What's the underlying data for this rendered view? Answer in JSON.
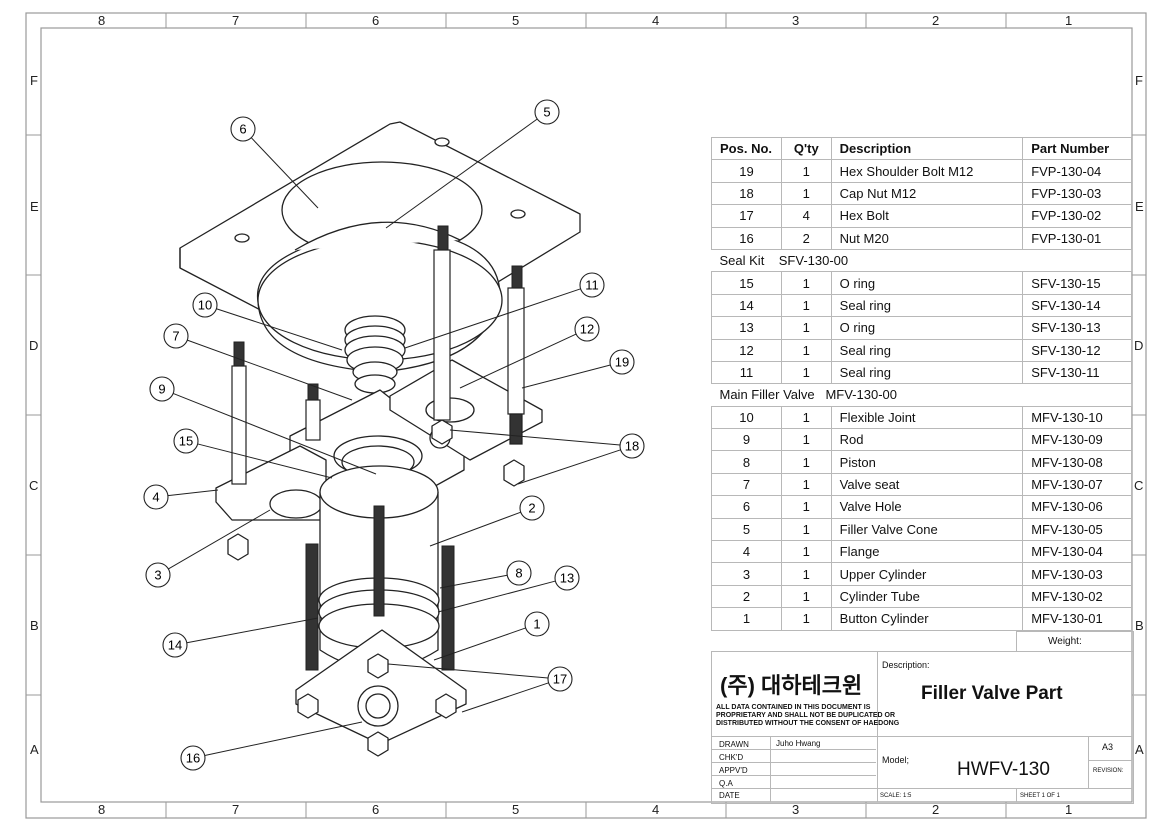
{
  "zones": {
    "cols": [
      "8",
      "7",
      "6",
      "5",
      "4",
      "3",
      "2",
      "1"
    ],
    "rows": [
      "F",
      "E",
      "D",
      "C",
      "B",
      "A"
    ]
  },
  "bom": {
    "headers": {
      "pos": "Pos. No.",
      "qty": "Q'ty",
      "desc": "Description",
      "part": "Part Number"
    },
    "rows_top": [
      {
        "pos": "19",
        "qty": "1",
        "desc": "Hex Shoulder Bolt M12",
        "part": "FVP-130-04"
      },
      {
        "pos": "18",
        "qty": "1",
        "desc": "Cap Nut M12",
        "part": "FVP-130-03"
      },
      {
        "pos": "17",
        "qty": "4",
        "desc": "Hex Bolt",
        "part": "FVP-130-02"
      },
      {
        "pos": "16",
        "qty": "2",
        "desc": "Nut M20",
        "part": "FVP-130-01"
      }
    ],
    "group_seal": "Seal Kit    SFV-130-00",
    "rows_seal": [
      {
        "pos": "15",
        "qty": "1",
        "desc": "O ring",
        "part": "SFV-130-15"
      },
      {
        "pos": "14",
        "qty": "1",
        "desc": "Seal ring",
        "part": "SFV-130-14"
      },
      {
        "pos": "13",
        "qty": "1",
        "desc": "O ring",
        "part": "SFV-130-13"
      },
      {
        "pos": "12",
        "qty": "1",
        "desc": "Seal ring",
        "part": "SFV-130-12"
      },
      {
        "pos": "11",
        "qty": "1",
        "desc": "Seal ring",
        "part": "SFV-130-11"
      }
    ],
    "group_main": "Main Filler Valve   MFV-130-00",
    "rows_main": [
      {
        "pos": "10",
        "qty": "1",
        "desc": "Flexible Joint",
        "part": "MFV-130-10"
      },
      {
        "pos": "9",
        "qty": "1",
        "desc": "Rod",
        "part": "MFV-130-09"
      },
      {
        "pos": "8",
        "qty": "1",
        "desc": "Piston",
        "part": "MFV-130-08"
      },
      {
        "pos": "7",
        "qty": "1",
        "desc": "Valve seat",
        "part": "MFV-130-07"
      },
      {
        "pos": "6",
        "qty": "1",
        "desc": "Valve Hole",
        "part": "MFV-130-06"
      },
      {
        "pos": "5",
        "qty": "1",
        "desc": "Filler Valve Cone",
        "part": "MFV-130-05"
      },
      {
        "pos": "4",
        "qty": "1",
        "desc": "Flange",
        "part": "MFV-130-04"
      },
      {
        "pos": "3",
        "qty": "1",
        "desc": "Upper Cylinder",
        "part": "MFV-130-03"
      },
      {
        "pos": "2",
        "qty": "1",
        "desc": "Cylinder Tube",
        "part": "MFV-130-02"
      },
      {
        "pos": "1",
        "qty": "1",
        "desc": "Button Cylinder",
        "part": "MFV-130-01"
      }
    ]
  },
  "title_block": {
    "weight_label": "Weight:",
    "company": "(주) 대하테크윈",
    "notice": [
      "ALL DATA CONTAINED IN THIS DOCUMENT IS",
      "PROPRIETARY AND SHALL NOT BE DUPLICATED OR",
      "DISTRIBUTED WITHOUT THE CONSENT OF HAEDONG"
    ],
    "description_label": "Description:",
    "description": "Filler Valve Part",
    "drawn_label": "DRAWN",
    "drawn_value": "Juho Hwang",
    "chkd_label": "CHK'D",
    "apprd_label": "APPV'D",
    "qa_label": "Q.A",
    "date_label": "DATE",
    "model_label": "Model;",
    "model": "HWFV-130",
    "size": "A3",
    "revision_label": "REVISION:",
    "scale": "SCALE: 1:5",
    "sheet": "SHEET 1 OF 1"
  },
  "balloons": [
    "1",
    "2",
    "3",
    "4",
    "5",
    "6",
    "7",
    "8",
    "9",
    "10",
    "11",
    "12",
    "13",
    "14",
    "15",
    "16",
    "17",
    "18",
    "19"
  ]
}
